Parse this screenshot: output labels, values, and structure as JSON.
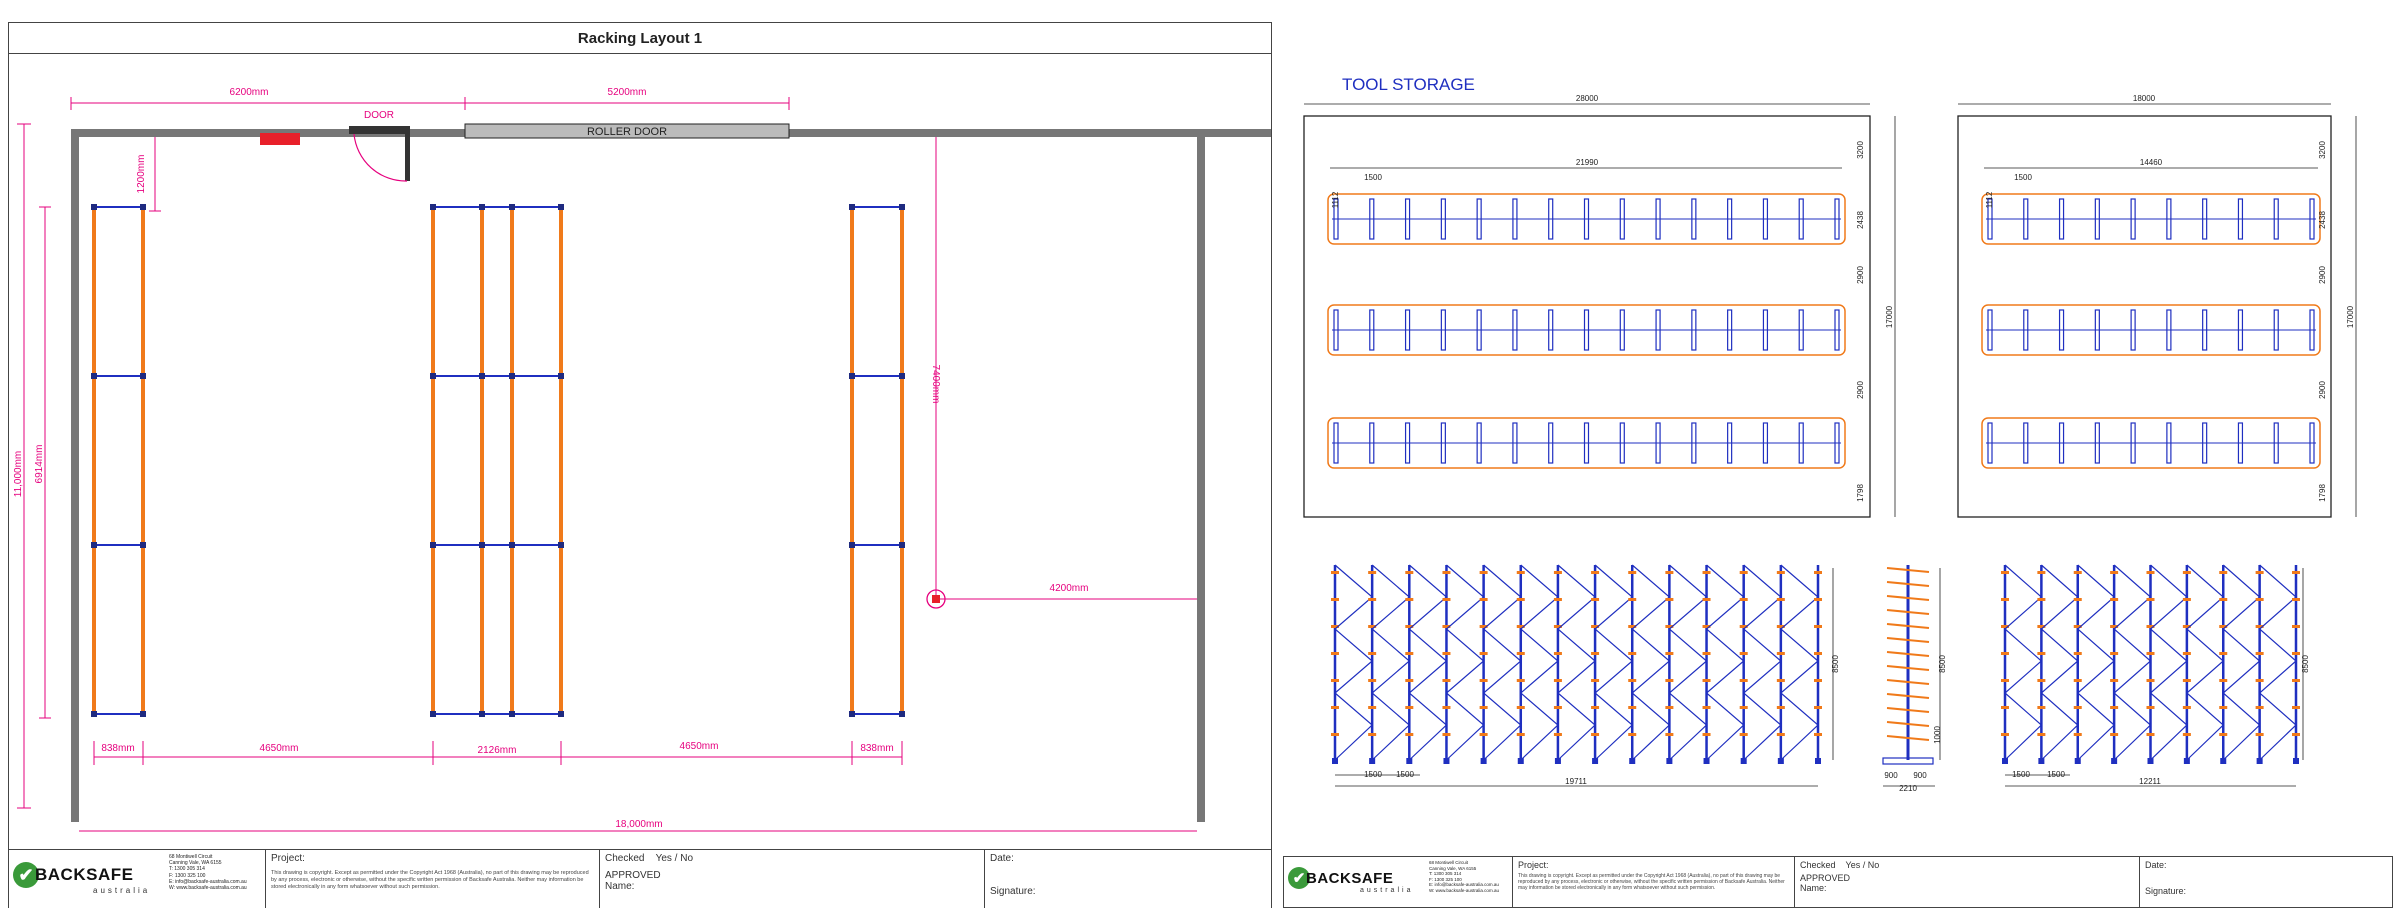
{
  "left": {
    "title": "Racking Layout 1",
    "dims": {
      "top_left": "6200mm",
      "top_right": "5200mm",
      "door": "DOOR",
      "roller_door": "ROLLER DOOR",
      "v_1200": "1200mm",
      "v_6914": "6914mm",
      "v_11000": "11,000mm",
      "v_7400": "7400mm",
      "h_4200": "4200mm",
      "b_838a": "838mm",
      "b_4650a": "4650mm",
      "b_2126": "2126mm",
      "b_4650b": "4650mm",
      "b_838b": "838mm",
      "b_18000": "18,000mm"
    }
  },
  "right": {
    "title": "TOOL STORAGE",
    "plan_left": {
      "w": "28000",
      "inner": "21990",
      "bay": "1500",
      "d1": "3200",
      "d2": "2438",
      "d3": "2900",
      "d4": "2900",
      "d5": "1798",
      "h": "17000",
      "small": "1112"
    },
    "plan_right": {
      "w": "18000",
      "inner": "14460",
      "bay": "1500",
      "d1": "3200",
      "d2": "2438",
      "d3": "2900",
      "d4": "2900",
      "d5": "1798",
      "h": "17000",
      "small": "1112"
    },
    "elev_left": {
      "bay1": "1500",
      "bay2": "1500",
      "total": "19711",
      "height": "8500"
    },
    "elev_side": {
      "a": "900",
      "b": "900",
      "total": "2210",
      "height": "8500",
      "base": "1000"
    },
    "elev_right": {
      "bay1": "1500",
      "bay2": "1500",
      "total": "12211",
      "height": "8500"
    }
  },
  "title_block": {
    "brand": "BACKSAFE",
    "brand_sub": "australia",
    "address": [
      "68 Montiwell Circuit",
      "Canning Vale, WA 6155",
      "T: 1300 305 314",
      "F: 1300 325 100",
      "E: info@backsafe-australia.com.au",
      "W: www.backsafe-australia.com.au"
    ],
    "project_label": "Project:",
    "copyright": "This drawing is copyright. Except as permitted under the Copyright Act 1968 (Australia), no part of this drawing may be reproduced by any process, electronic or otherwise, without the specific written permission of Backsafe Australia. Neither may information be stored electronically in any form whatsoever without such permission.",
    "checked_label": "Checked",
    "yes_no": "Yes / No",
    "approved": "APPROVED",
    "name_label": "Name:",
    "date_label": "Date:",
    "signature_label": "Signature:"
  },
  "colors": {
    "magenta": "#e6007e",
    "orange": "#f07a1a",
    "blue": "#1f2fc0",
    "wall": "#777777",
    "red": "#e8202a"
  }
}
